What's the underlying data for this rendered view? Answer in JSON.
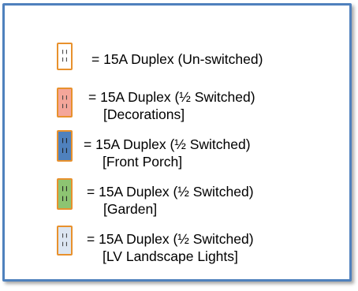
{
  "legend": {
    "items": [
      {
        "id": "unswitched",
        "fill": "#ffffff",
        "slot_color": "#404040",
        "line1": "= 15A Duplex (Un-switched)",
        "line2": ""
      },
      {
        "id": "decorations",
        "fill": "#f4a69a",
        "slot_color": "#404040",
        "line1": "= 15A Duplex (½ Switched)",
        "line2": "[Decorations]"
      },
      {
        "id": "front-porch",
        "fill": "#4f81bd",
        "slot_color": "#1f1f1f",
        "line1": "= 15A Duplex (½ Switched)",
        "line2": "[Front Porch]"
      },
      {
        "id": "garden",
        "fill": "#8dc472",
        "slot_color": "#1f1f1f",
        "line1": "= 15A Duplex (½ Switched)",
        "line2": "[Garden]"
      },
      {
        "id": "lv-landscape-lights",
        "fill": "#dce6f2",
        "slot_color": "#404040",
        "line1": "= 15A Duplex (½ Switched)",
        "line2": "[LV Landscape Lights]"
      }
    ]
  },
  "colors": {
    "border": "#4f81bd",
    "icon_outline": "#e8912d"
  }
}
